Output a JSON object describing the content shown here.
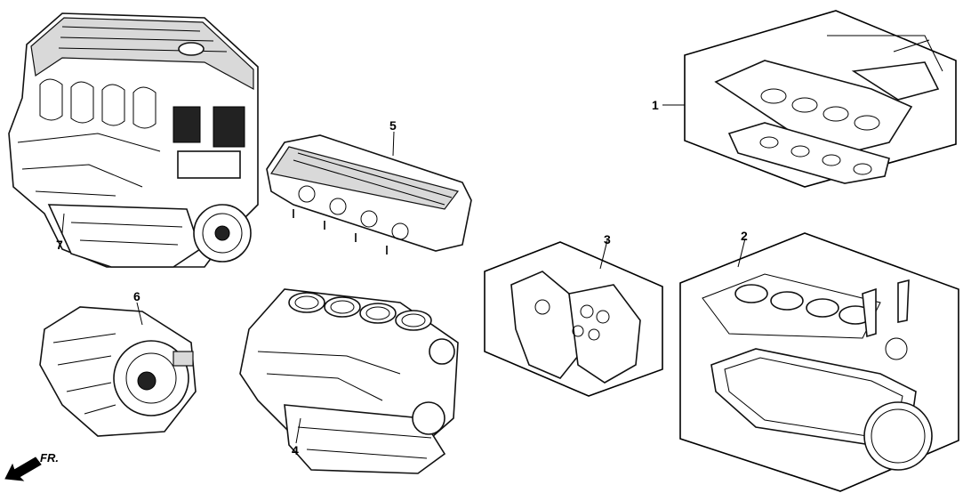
{
  "callouts": {
    "c1": "1",
    "c2": "2",
    "c3": "3",
    "c4": "4",
    "c5": "5",
    "c6": "6",
    "c7": "7"
  },
  "direction": {
    "label": "FR."
  },
  "colors": {
    "line": "#000000",
    "background": "#ffffff"
  }
}
